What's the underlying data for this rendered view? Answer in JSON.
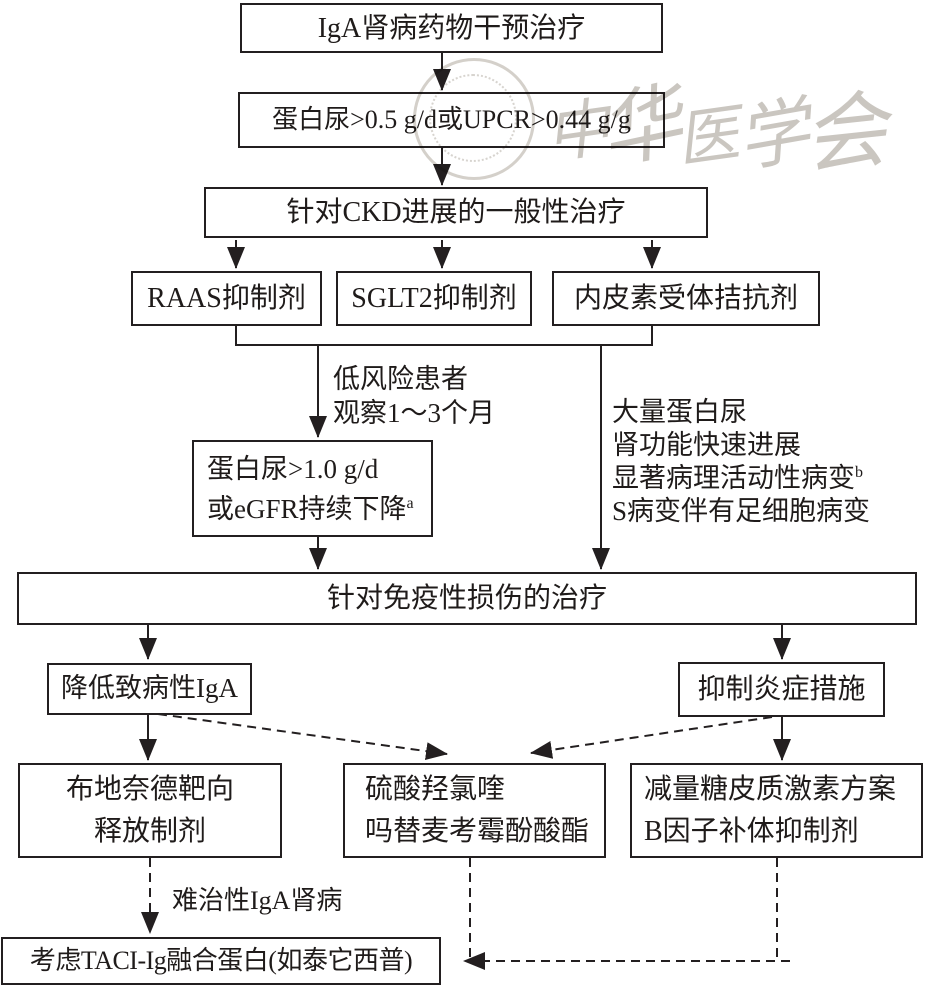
{
  "colors": {
    "line": "#231f20",
    "text": "#1f1b1a",
    "watermark": "#aaa49c",
    "background": "#ffffff"
  },
  "flow": {
    "box_drug_intervention": "IgA肾病药物干预治疗",
    "box_proteinuria_criteria": "蛋白尿>0.5 g/d或UPCR>0.44 g/g",
    "box_general_ckd": "针对CKD进展的一般性治疗",
    "box_raas": "RAAS抑制剂",
    "box_sglt2": "SGLT2抑制剂",
    "box_era": "内皮素受体拮抗剂",
    "label_low_risk_1": "低风险患者",
    "label_low_risk_2": "观察1～3个月",
    "label_high_risk_1": "大量蛋白尿",
    "label_high_risk_2": "肾功能快速进展",
    "label_high_risk_3": "显著病理活动性病变",
    "label_high_risk_3_sup": "b",
    "label_high_risk_4": "S病变伴有足细胞病变",
    "box_persistent_1": "蛋白尿>1.0 g/d",
    "box_persistent_2": "或eGFR持续下降",
    "box_persistent_2_sup": "a",
    "box_immune": "针对免疫性损伤的治疗",
    "box_reduce_iga": "降低致病性IgA",
    "box_anti_inflam": "抑制炎症措施",
    "box_budesonide_1": "布地奈德靶向",
    "box_budesonide_2": "释放制剂",
    "box_hcq_1": "硫酸羟氯喹",
    "box_hcq_2": "吗替麦考霉酚酸酯",
    "box_gcs_1": "减量糖皮质激素方案",
    "box_gcs_2": "B因子补体抑制剂",
    "label_refractory": "难治性IgA肾病",
    "box_taci": "考虑TACI-Ig融合蛋白(如泰它西普)"
  },
  "watermark": {
    "chars": [
      "中",
      "华",
      "医",
      "学",
      "会"
    ]
  }
}
